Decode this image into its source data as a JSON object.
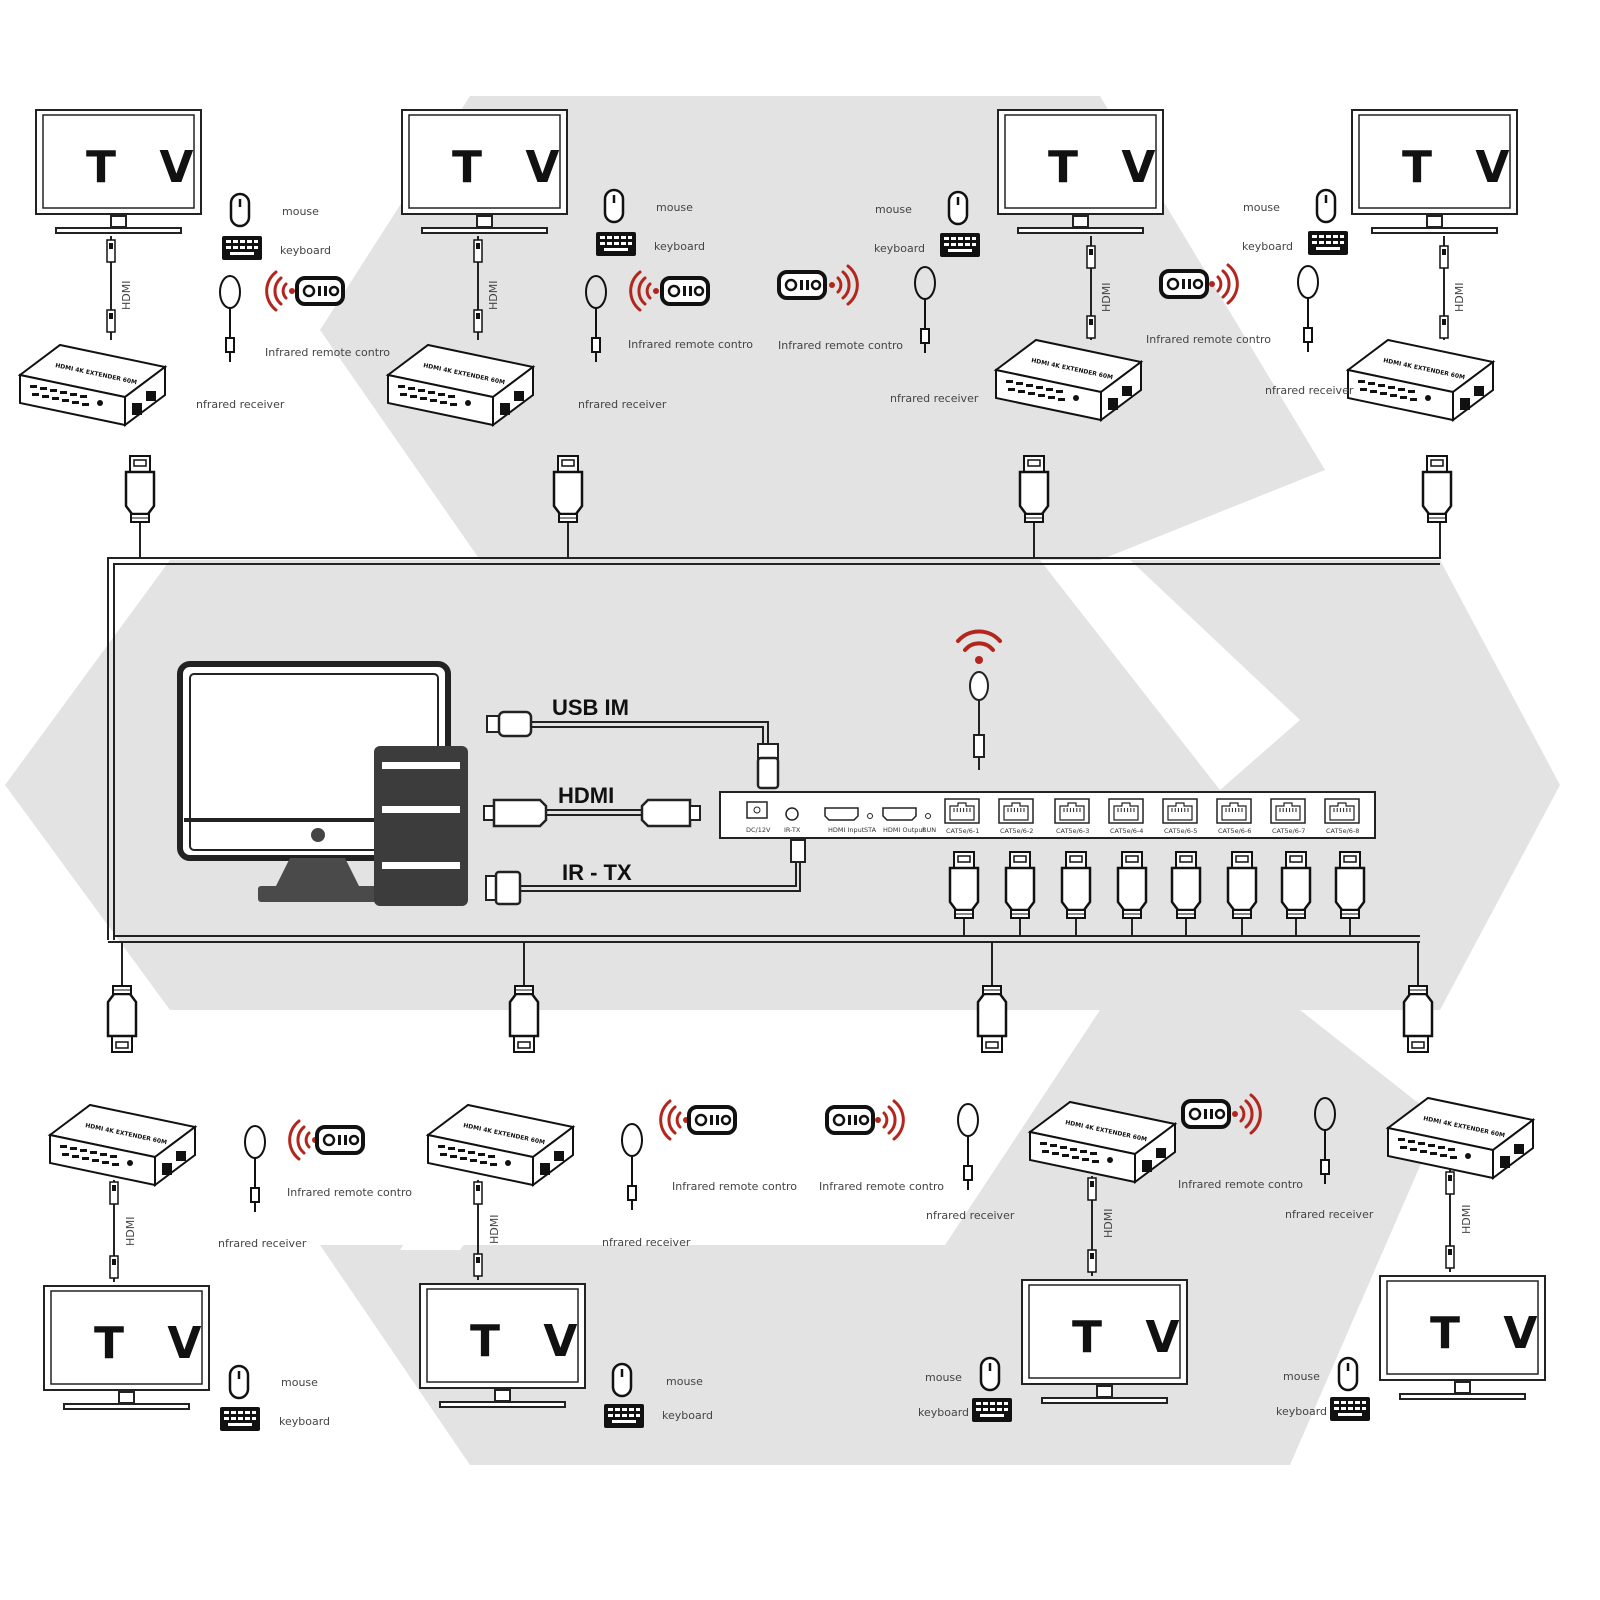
{
  "colors": {
    "background": "#ffffff",
    "hexagon": "#e3e3e3",
    "line": "#222222",
    "signal": "#b3261e",
    "device": "#4a4a4a"
  },
  "tv_text": "T V",
  "peripheral_labels": {
    "mouse": "mouse",
    "keyboard": "keyboard",
    "ir_remote": "Infrared remote contro",
    "ir_receiver": "nfrared receiver",
    "hdmi": "HDMI"
  },
  "device_text": "HDMI 4K EXTENDER 60M",
  "center_labels": {
    "usb": "USB IM",
    "hdmi": "HDMI",
    "irtx": "IR - TX"
  },
  "splitter_ports": {
    "dc": "DC/12V",
    "irtx": "IR-TX",
    "hdmi_in": "HDMI Input",
    "sta": "STA",
    "hdmi_out": "HDMI Output",
    "run": "RUN",
    "cat": [
      "CAT5e/6-1",
      "CAT5e/6-2",
      "CAT5e/6-3",
      "CAT5e/6-4",
      "CAT5e/6-5",
      "CAT5e/6-6",
      "CAT5e/6-7",
      "CAT5e/6-8"
    ]
  },
  "icons": [
    "tv-icon",
    "mouse-icon",
    "keyboard-icon",
    "remote-icon",
    "ir-wave-icon",
    "ir-receiver-icon",
    "hdmi-plug-icon",
    "extender-icon",
    "computer-icon",
    "server-tower-icon",
    "splitter-icon",
    "usb-plug-icon",
    "wifi-signal-icon"
  ]
}
